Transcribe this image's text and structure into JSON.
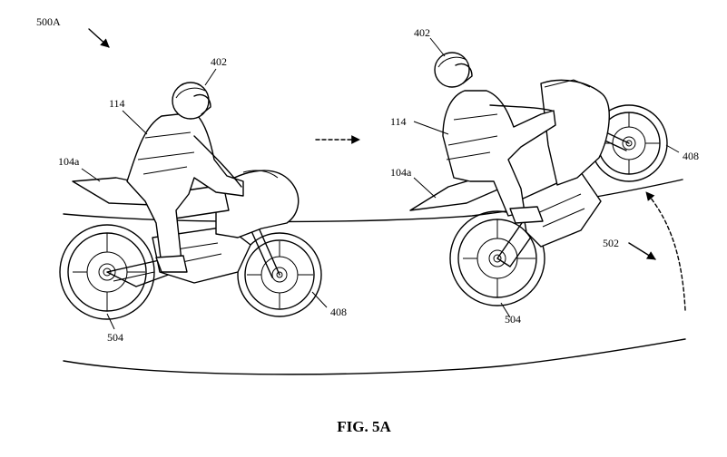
{
  "figure": {
    "caption": "FIG. 5A",
    "labels": {
      "fig_ref": "500A",
      "rider_left": "402",
      "vest_left": "114",
      "seat_left": "104a",
      "rear_wheel_left": "504",
      "front_wheel_left": "408",
      "rider_right": "402",
      "vest_right": "114",
      "seat_right": "104a",
      "front_wheel_right": "408",
      "rear_wheel_right": "504",
      "motion_ref": "502"
    }
  }
}
